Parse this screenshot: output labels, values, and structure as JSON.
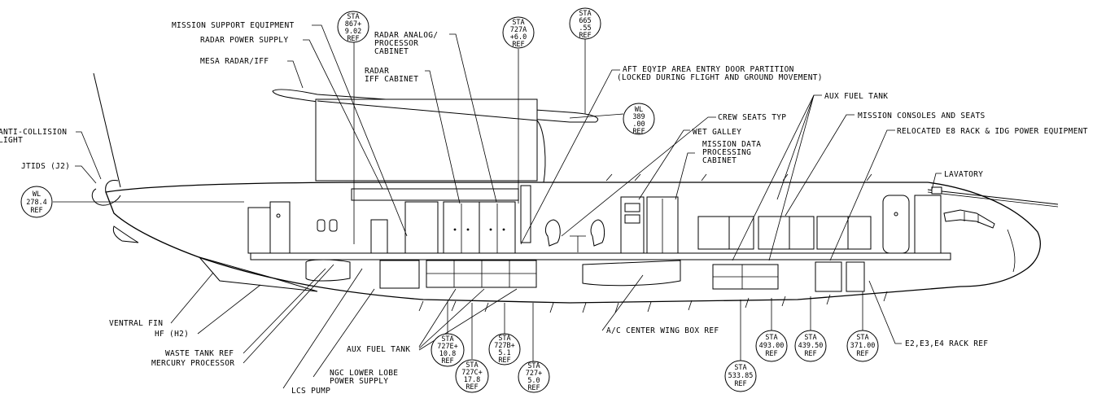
{
  "labels": {
    "mission_support": "MISSION SUPPORT EQUIPMENT",
    "radar_power": "RADAR POWER SUPPLY",
    "mesa": "MESA RADAR/IFF",
    "anti_collision_1": "ANTI-COLLISION",
    "anti_collision_2": "LIGHT",
    "jtids": "JTIDS (J2)",
    "radar_analog_1": "RADAR ANALOG/",
    "radar_analog_2": "PROCESSOR",
    "radar_analog_3": "CABINET",
    "radar_iff_1": "RADAR",
    "radar_iff_2": "IFF CABINET",
    "aft_door_1": "AFT EQYIP AREA ENTRY DOOR PARTITION",
    "aft_door_2": "(LOCKED DURING FLIGHT AND GROUND MOVEMENT)",
    "aux_fuel_tank_top": "AUX FUEL TANK",
    "crew_seats": "CREW SEATS TYP",
    "mission_consoles": "MISSION CONSOLES AND SEATS",
    "wet_galley": "WET GALLEY",
    "relocated_e8": "RELOCATED E8 RACK & IDG POWER EQUIPMENT",
    "mission_data_1": "MISSION DATA",
    "mission_data_2": "PROCESSING",
    "mission_data_3": "CABINET",
    "lavatory": "LAVATORY",
    "ventral_fin": "VENTRAL FIN",
    "hf": "HF (H2)",
    "waste_tank": "WASTE TANK REF",
    "mercury": "MERCURY PROCESSOR",
    "lcs_pump": "LCS PUMP",
    "ngc_1": "NGC LOWER LOBE",
    "ngc_2": "POWER SUPPLY",
    "aux_fuel_tank_bottom": "AUX FUEL TANK",
    "center_wing": "A/C CENTER WING BOX REF",
    "e2_rack": "E2,E3,E4 RACK REF"
  },
  "stations": {
    "wl_278": [
      "WL",
      "278.4",
      "REF"
    ],
    "sta_867": [
      "STA",
      "867+",
      "9.02",
      "REF"
    ],
    "sta_727a": [
      "STA",
      "727A",
      "+6.0",
      "REF"
    ],
    "sta_665": [
      "STA",
      "665",
      ".55",
      "REF"
    ],
    "wl_389": [
      "WL",
      "389",
      ".00",
      "REF"
    ],
    "sta_727e": [
      "STA",
      "727E+",
      "10.8",
      "REF"
    ],
    "sta_727b": [
      "STA",
      "727B+",
      "5.1",
      "REF"
    ],
    "sta_727c": [
      "STA",
      "727C+",
      "17.8",
      "REF"
    ],
    "sta_727": [
      "STA",
      "727+",
      "5.0",
      "REF"
    ],
    "sta_533": [
      "STA",
      "533.85",
      "REF"
    ],
    "sta_493": [
      "STA",
      "493.00",
      "REF"
    ],
    "sta_439": [
      "STA",
      "439.50",
      "REF"
    ],
    "sta_371": [
      "STA",
      "371.00",
      "REF"
    ]
  }
}
